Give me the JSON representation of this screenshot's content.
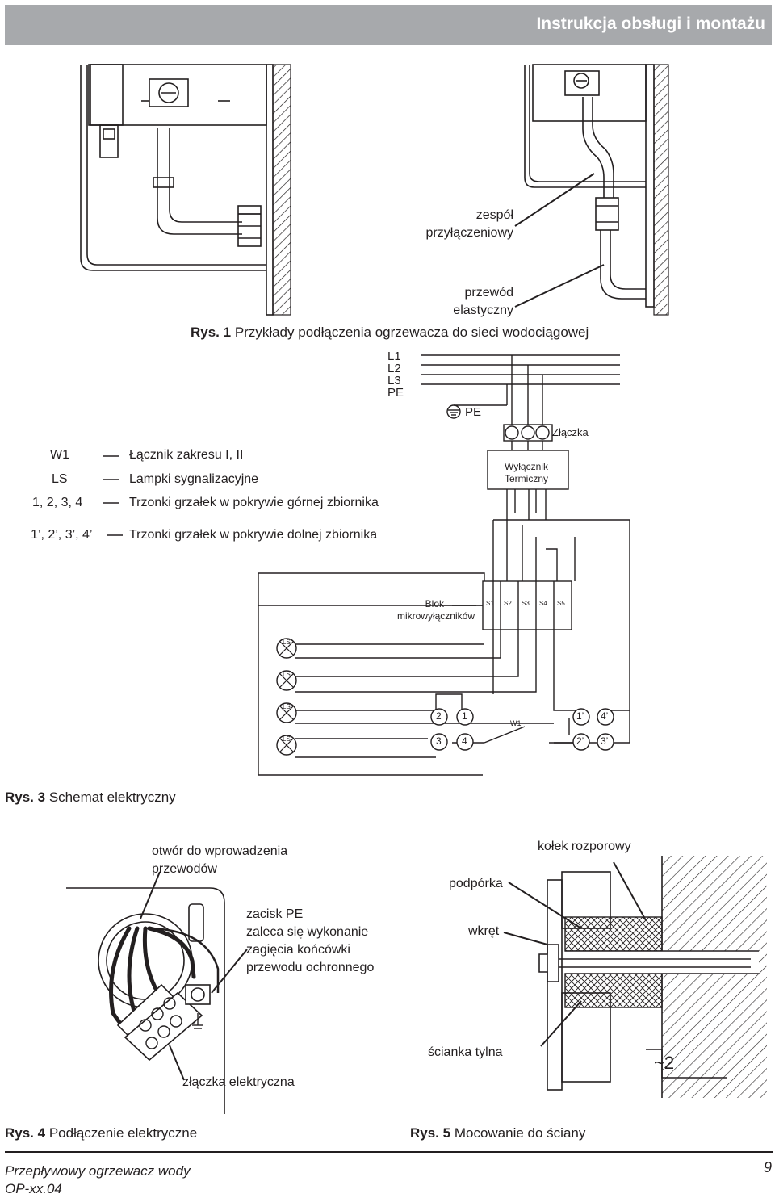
{
  "header": {
    "title": "Instrukcja obsługi i montażu"
  },
  "fig1": {
    "label_assembly": [
      "zespół",
      "przyłączeniowy"
    ],
    "label_hose": [
      "przewód",
      "elastyczny"
    ],
    "caption_prefix": "Rys. 1",
    "caption_text": "Przykłady podłączenia ogrzewacza do sieci wodociągowej"
  },
  "fig3": {
    "phases": [
      "L1",
      "L2",
      "L3",
      "PE"
    ],
    "pe_label": "PE",
    "connector_label": "Złączka",
    "thermal_switch": [
      "Wyłącznik",
      "Termiczny"
    ],
    "microswitch_block": [
      "Blok",
      "mikrowyłączników"
    ],
    "switch_labels": [
      "S1",
      "S2",
      "S3",
      "S4",
      "S5"
    ],
    "lamp_label": "LS",
    "terminals_upper": [
      "2",
      "1"
    ],
    "terminals_lower": [
      "3",
      "4"
    ],
    "terminals_upper_b": [
      "1’",
      "4’"
    ],
    "terminals_lower_b": [
      "2’",
      "3’"
    ],
    "w1_label": "W1",
    "legend": [
      {
        "symbol": "W1",
        "desc": "Łącznik zakresu I, II"
      },
      {
        "symbol": "LS",
        "desc": "Lampki sygnalizacyjne"
      },
      {
        "symbol": "1, 2, 3, 4",
        "desc": "Trzonki grzałek w pokrywie górnej zbiornika"
      },
      {
        "symbol": "1’, 2’, 3’, 4’",
        "desc": "Trzonki grzałek w pokrywie dolnej zbiornika"
      }
    ],
    "caption_prefix": "Rys. 3",
    "caption_text": "Schemat elektryczny"
  },
  "fig4": {
    "label_opening": [
      "otwór do wprowadzenia",
      "przewodów"
    ],
    "label_pe": [
      "zacisk PE",
      "zaleca się wykonanie",
      "zagięcia końcówki",
      "przewodu ochronnego"
    ],
    "label_connector": "złączka elektryczna",
    "caption_prefix": "Rys. 4",
    "caption_text": "Podłączenie elektryczne"
  },
  "fig5": {
    "label_plug": "kołek rozporowy",
    "label_support": "podpórka",
    "label_screw": "wkręt",
    "label_back": "ścianka tylna",
    "label_gap": "~2",
    "caption_prefix": "Rys. 5",
    "caption_text": "Mocowanie do ściany"
  },
  "footer": {
    "product": "Przepływowy ogrzewacz wody",
    "model": "OP-xx.04",
    "page": "9"
  }
}
